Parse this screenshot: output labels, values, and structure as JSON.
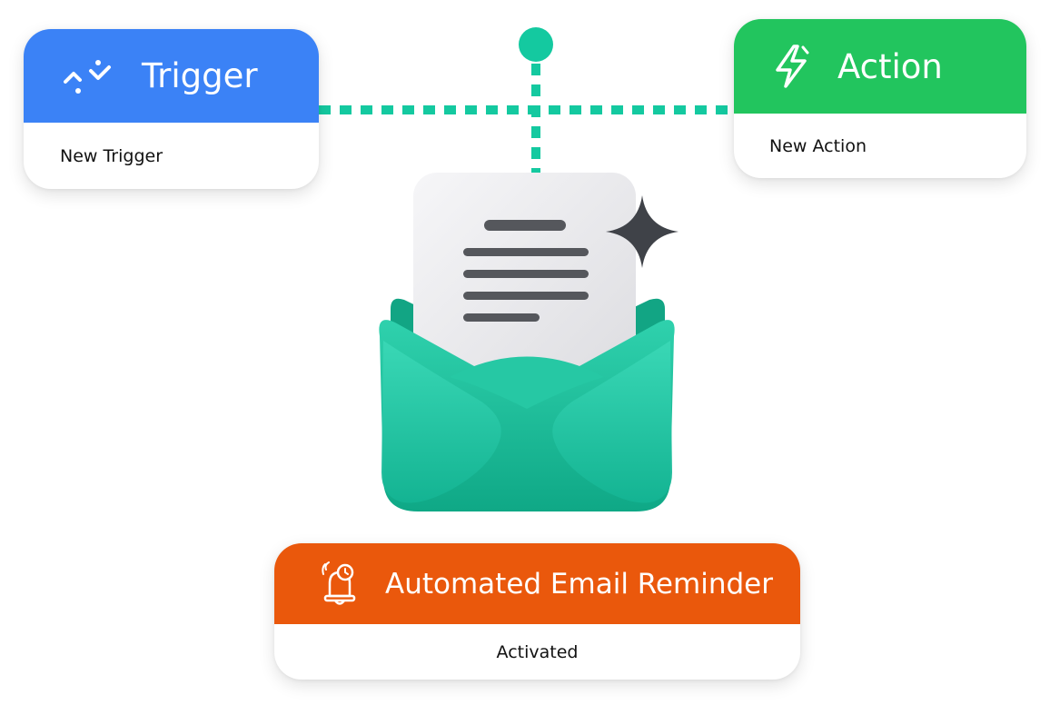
{
  "colors": {
    "trigger": "#3b82f6",
    "action": "#22c55e",
    "reminder": "#ea580c",
    "connector": "#14c9a0",
    "envelope": "#1fbf9a",
    "paper": "#ececef",
    "sparkle": "#3f4248"
  },
  "trigger_card": {
    "title": "Trigger",
    "subtitle": "New Trigger",
    "icon": "trigger-wave-icon"
  },
  "action_card": {
    "title": "Action",
    "subtitle": "New Action",
    "icon": "lightning-bolt-icon"
  },
  "reminder_card": {
    "title": "Automated Email Reminder",
    "status": "Activated",
    "icon": "alarm-bell-icon"
  },
  "illustration": {
    "icon": "open-envelope-document-icon",
    "accent_icon": "sparkle-icon"
  }
}
